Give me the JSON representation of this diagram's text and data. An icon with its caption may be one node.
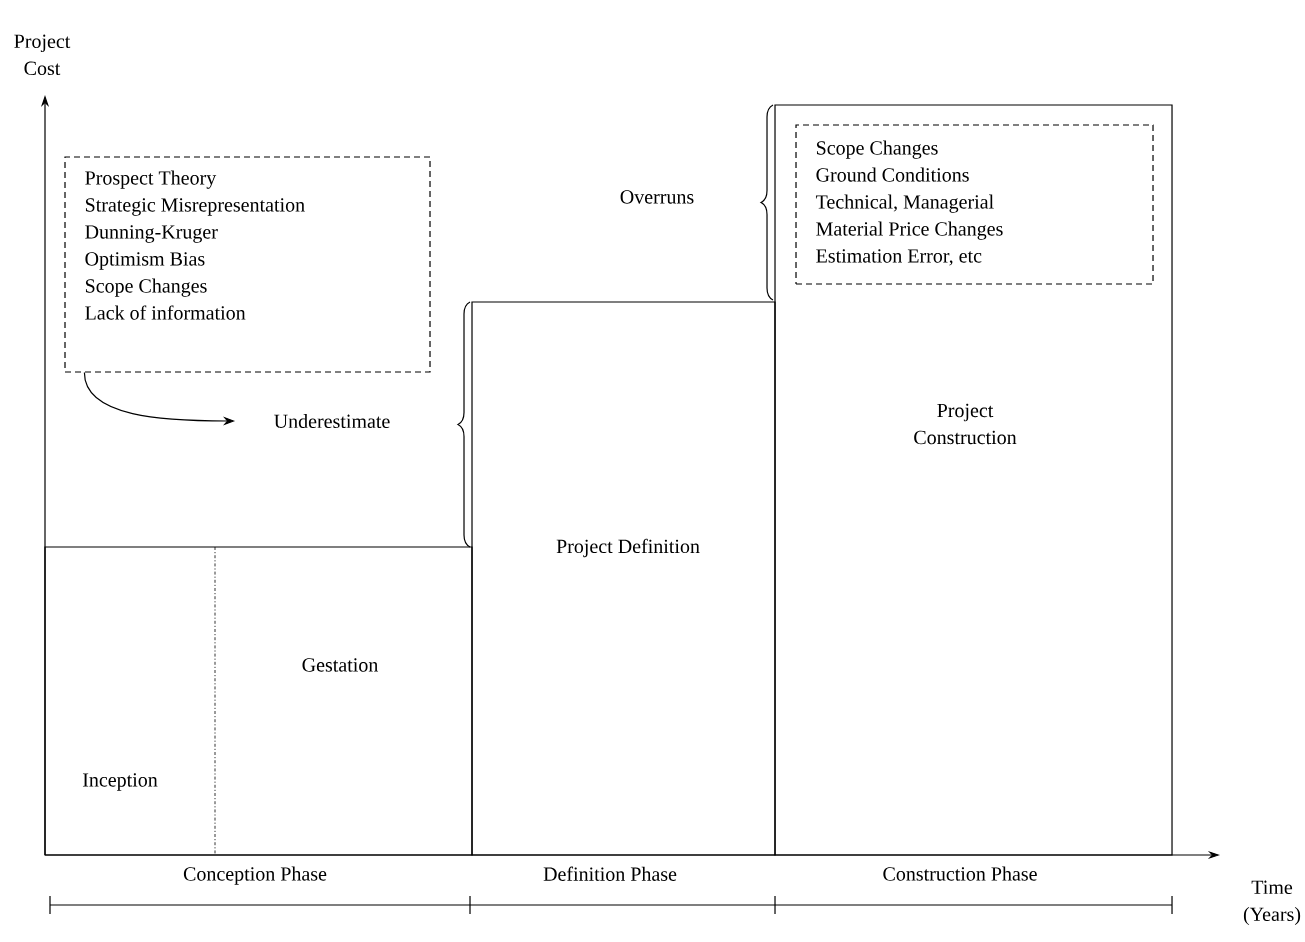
{
  "diagram": {
    "nodes": [
      {
        "text": [
          "Prospect Theory",
          "Strategic Misrepresentation",
          "Dunning-Kruger",
          "Optimism Bias",
          "Scope Changes",
          "Lack of information"
        ]
      },
      {
        "text": [
          "Underestimate"
        ]
      },
      {
        "text": [],
        "shape": "box"
      },
      {
        "text": [
          "Inception"
        ],
        "in": 2
      },
      {
        "text": [
          "Gestation"
        ],
        "in": 2
      },
      {
        "text": [
          "Project Definition"
        ]
      },
      {
        "text": [
          "Project Construction"
        ]
      },
      {
        "text": [
          "Scope Changes",
          "Ground Conditions",
          "Technical, Managerial",
          "Material Price Changes",
          "Estimation Error, etc"
        ],
        "in": 6
      }
    ],
    "edges": [
      {
        "from": 0,
        "to": 1,
        "arrow": "to"
      }
    ],
    "labels": [
      "Project Cost",
      "Overruns",
      "Conception Phase",
      "Definition Phase",
      "Construction Phase",
      "Time (Years)"
    ]
  }
}
